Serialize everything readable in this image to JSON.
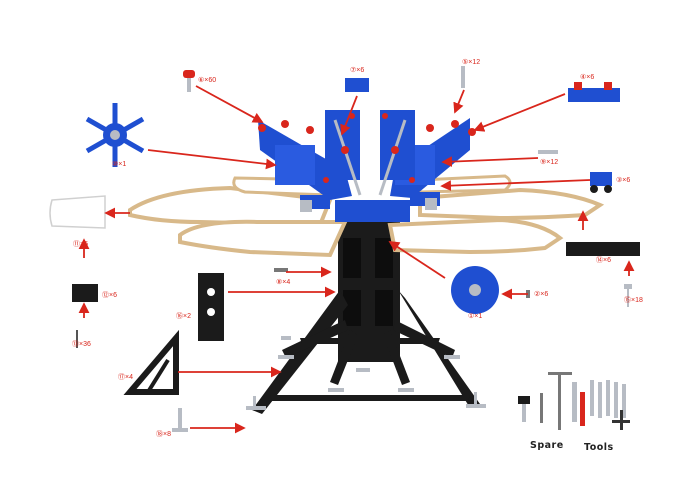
{
  "colors": {
    "arrow": "#d9261c",
    "machine_blue": "#1f4fd1",
    "frame_black": "#1b1b1b",
    "platen_wood": "#d8b98a",
    "platen_top": "#ffffff",
    "steel": "#b7bcc4"
  },
  "parts": [
    {
      "id": "p1",
      "label": "①×1"
    },
    {
      "id": "p2",
      "label": "②×6"
    },
    {
      "id": "p3",
      "label": "③×6"
    },
    {
      "id": "p4",
      "label": "④×6"
    },
    {
      "id": "p5",
      "label": "⑤×12"
    },
    {
      "id": "p6",
      "label": "⑥×60"
    },
    {
      "id": "p7",
      "label": "⑦×6"
    },
    {
      "id": "p8",
      "label": "⑧×4"
    },
    {
      "id": "p9",
      "label": "⑨×12"
    },
    {
      "id": "p10",
      "label": "⑩×1"
    },
    {
      "id": "p11",
      "label": "⑪×6"
    },
    {
      "id": "p12",
      "label": "⑫×6"
    },
    {
      "id": "p13",
      "label": "⑬×36"
    },
    {
      "id": "p14",
      "label": "⑭×6"
    },
    {
      "id": "p15",
      "label": "⑮×18"
    },
    {
      "id": "p16",
      "label": "⑯×2"
    },
    {
      "id": "p17",
      "label": "⑰×4"
    },
    {
      "id": "p18",
      "label": "⑱×8"
    }
  ],
  "kit_words": {
    "spare": "Spare",
    "tools": "Tools"
  }
}
